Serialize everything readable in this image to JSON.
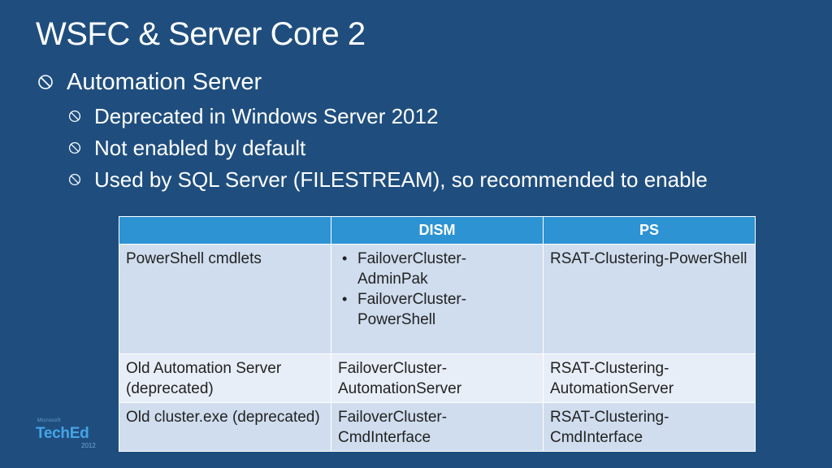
{
  "slide": {
    "title": "WSFC & Server Core 2",
    "bullets": [
      "Automation Server",
      "Deprecated in Windows Server 2012",
      "Not enabled by default",
      "Used by SQL Server (FILESTREAM), so recommended to enable"
    ],
    "bullet_icon": "circle-slash-bullet-icon"
  },
  "table": {
    "headers": [
      "",
      "DISM",
      "PS"
    ],
    "rows": [
      {
        "feature": "PowerShell cmdlets",
        "dism_items": [
          "FailoverCluster-AdminPak",
          "FailoverCluster-PowerShell"
        ],
        "ps": "RSAT-Clustering-PowerShell"
      },
      {
        "feature": "Old Automation Server (deprecated)",
        "dism": "FailoverCluster-AutomationServer",
        "ps": "RSAT-Clustering-AutomationServer"
      },
      {
        "feature": "Old cluster.exe (deprecated)",
        "dism": "FailoverCluster-CmdInterface",
        "ps": "RSAT-Clustering-CmdInterface"
      }
    ]
  },
  "logo": {
    "small_text": "Microsoft",
    "brand": "TechEd",
    "year": "2012"
  },
  "colors": {
    "background": "#1f4e7e",
    "header": "#2d93d3",
    "row_dark": "#cfddee",
    "row_light": "#e8eef7",
    "brand": "#45a4e6"
  }
}
